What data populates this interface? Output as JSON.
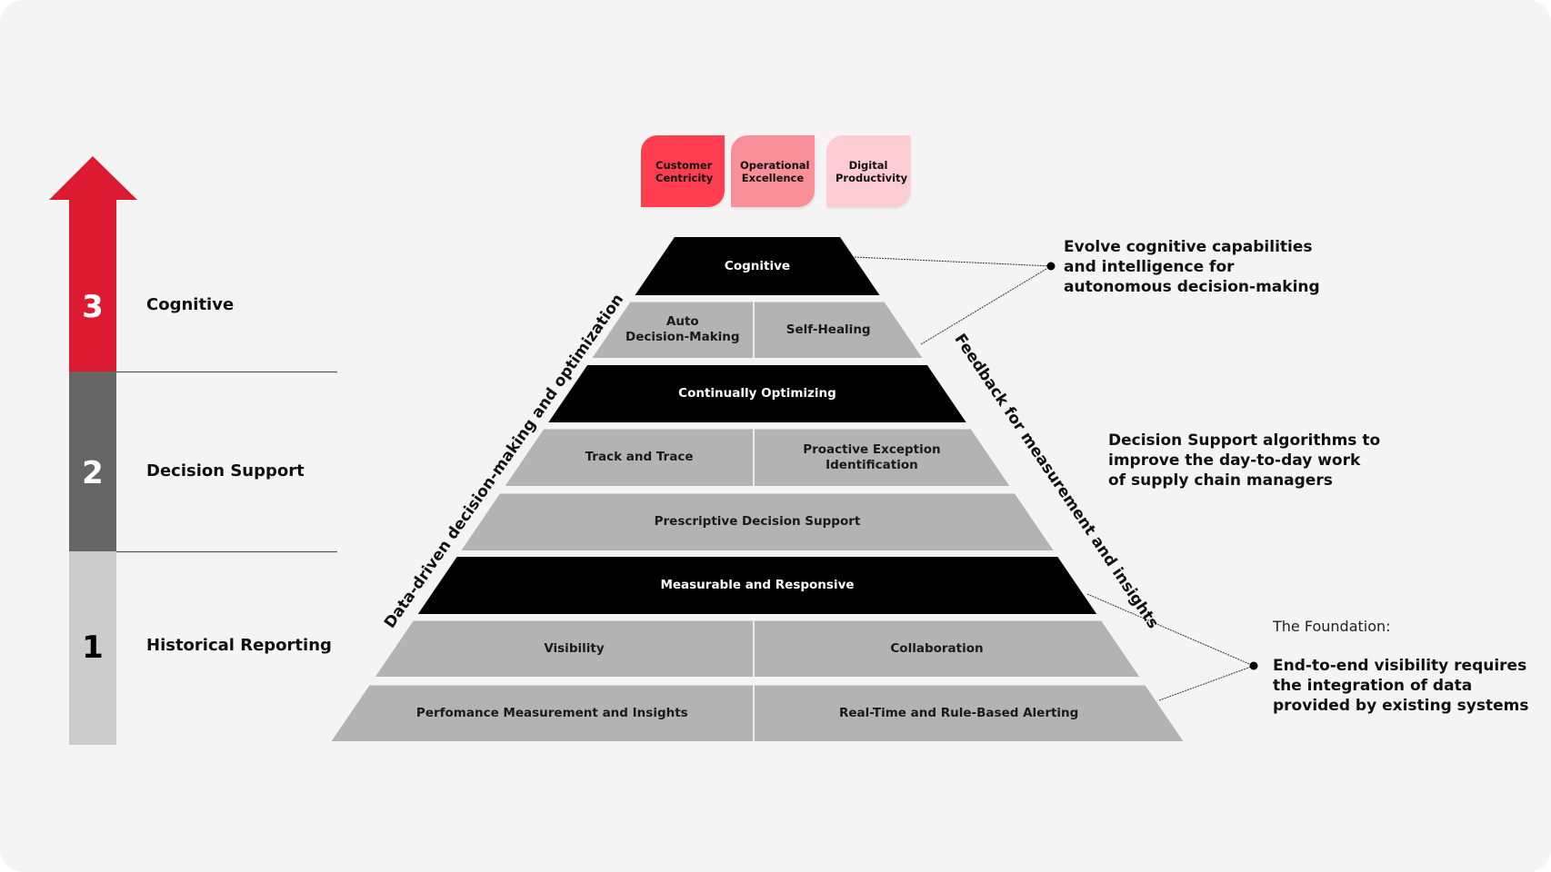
{
  "colors": {
    "background": "#f4f4f4",
    "arrow_red": "#dc1a32",
    "level2_gray": "#666666",
    "level1_gray": "#cccccc",
    "tier_dark": "#000000",
    "tier_light": "#b3b3b3",
    "pillar_1": "#ff3e4f",
    "pillar_2": "#f88f99",
    "pillar_3": "#fdccd2"
  },
  "levels": [
    {
      "number": "3",
      "label": "Cognitive"
    },
    {
      "number": "2",
      "label": "Decision Support"
    },
    {
      "number": "1",
      "label": "Historical Reporting"
    }
  ],
  "pillars": [
    {
      "label": "Customer Centricity"
    },
    {
      "label": "Operational Excellence"
    },
    {
      "label": "Digital Productivity"
    }
  ],
  "pyramid": {
    "tiers": [
      {
        "style": "dark",
        "cells": [
          "Cognitive"
        ]
      },
      {
        "style": "light",
        "cells": [
          "Auto\nDecision-Making",
          "Self-Healing"
        ]
      },
      {
        "style": "dark",
        "cells": [
          "Continually Optimizing"
        ]
      },
      {
        "style": "light",
        "cells": [
          "Track and Trace",
          "Proactive Exception\nIdentification"
        ]
      },
      {
        "style": "light",
        "cells": [
          "Prescriptive Decision Support"
        ]
      },
      {
        "style": "dark",
        "cells": [
          "Measurable and Responsive"
        ]
      },
      {
        "style": "light",
        "cells": [
          "Visibility",
          "Collaboration"
        ]
      },
      {
        "style": "light",
        "cells": [
          "Perfomance Measurement and Insights",
          "Real-Time and Rule-Based Alerting"
        ]
      }
    ],
    "left_side_label": "Data-driven decision-making and optimization",
    "right_side_label": "Feedback for measurement and insights"
  },
  "annotations": {
    "cognitive_note": [
      "Evolve cognitive capabilities",
      "and intelligence for",
      "autonomous decision-making"
    ],
    "decision_note": [
      "Decision Support algorithms to",
      "improve the day-to-day work",
      "of supply chain managers"
    ],
    "foundation_heading": "The Foundation:",
    "foundation_note": [
      "End-to-end visibility requires",
      "the integration of data",
      "provided by existing systems"
    ]
  }
}
